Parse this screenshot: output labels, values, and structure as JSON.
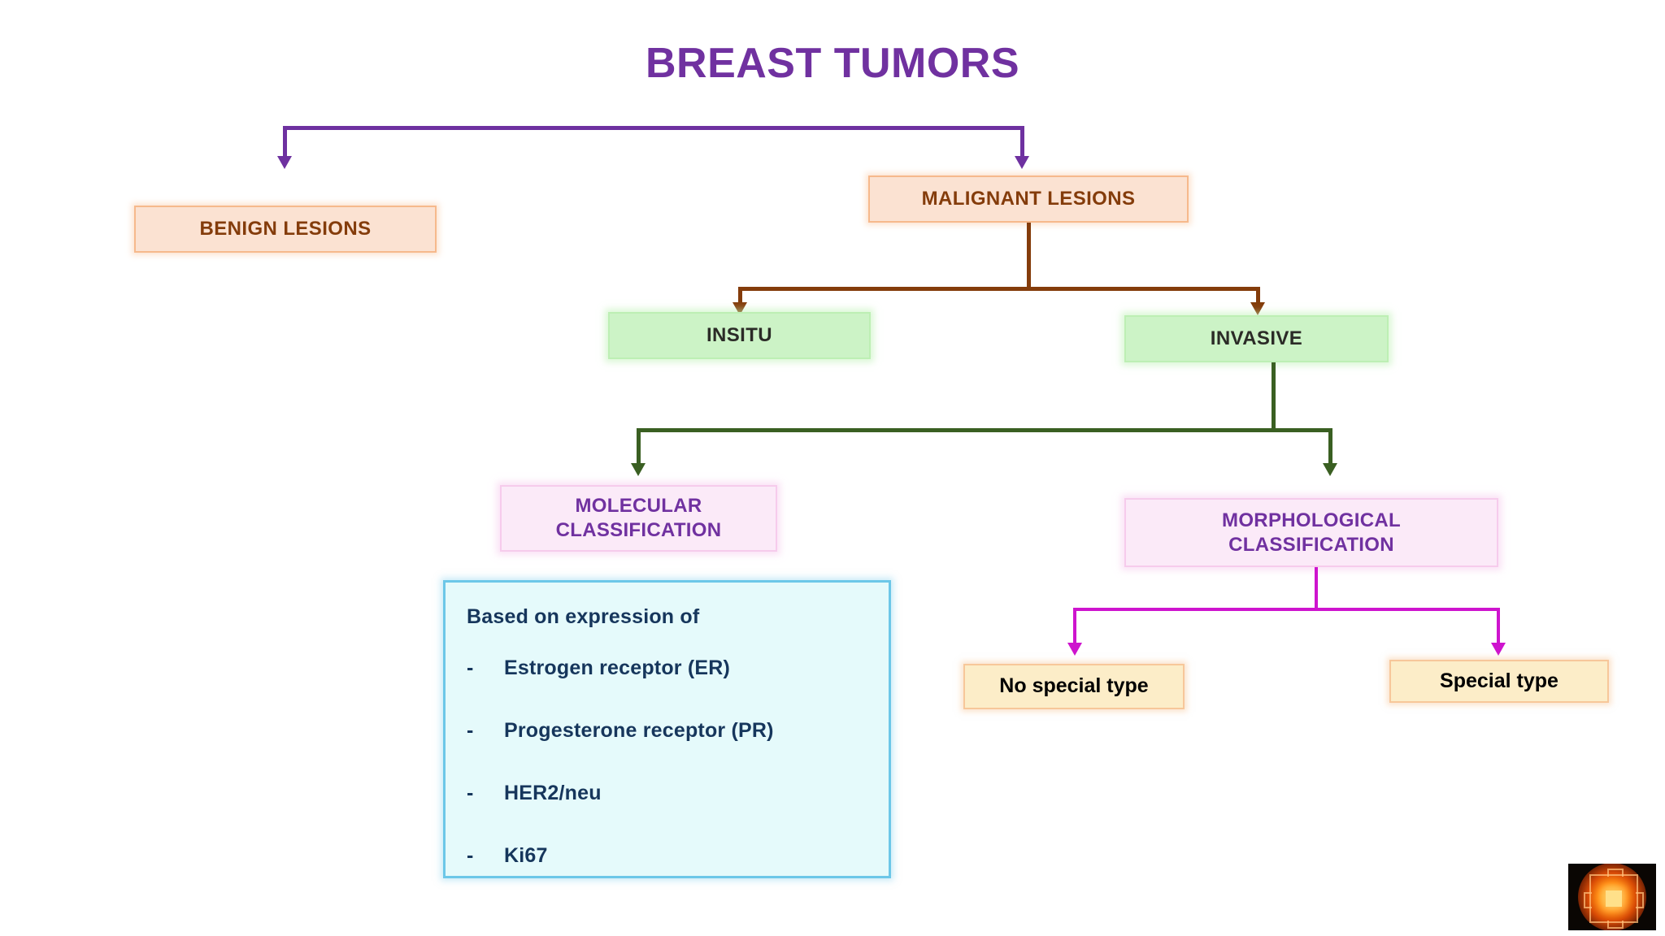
{
  "slide": {
    "title": "BREAST TUMORS",
    "background_color": "#FFFFFF",
    "title_color": "#7031A0"
  },
  "nodes": {
    "benign": {
      "label": "BENIGN LESIONS",
      "fill": "#FBE2D2",
      "border": "#F6B98C",
      "text_color": "#843C0B"
    },
    "malignant": {
      "label": "MALIGNANT LESIONS",
      "fill": "#FBE2D2",
      "border": "#F6B98C",
      "text_color": "#843C0B"
    },
    "insitu": {
      "label": "INSITU",
      "fill": "#CCF3C6",
      "border": "#BDEFB4",
      "text_color": "#2B2B27"
    },
    "invasive": {
      "label": "INVASIVE",
      "fill": "#CCF3C6",
      "border": "#BDEFB4",
      "text_color": "#2B2B27"
    },
    "molecular": {
      "line1": "MOLECULAR",
      "line2": "CLASSIFICATION",
      "fill": "#FBEAF8",
      "border": "#F6CBEC",
      "text_color": "#7031A0"
    },
    "morphological": {
      "line1": "MORPHOLOGICAL",
      "line2": "CLASSIFICATION",
      "fill": "#FBEAF8",
      "border": "#F6CBEC",
      "text_color": "#7031A0"
    },
    "no_special_type": {
      "label": "No special type",
      "fill": "#FCEDC8",
      "border": "#F7C79A",
      "text_color": "#000000"
    },
    "special_type": {
      "label": "Special type",
      "fill": "#FCEDC8",
      "border": "#F7C79A",
      "text_color": "#000000"
    }
  },
  "info_panel": {
    "heading": "Based on expression of",
    "bullet_marker": "-",
    "items": [
      "Estrogen receptor (ER)",
      "Progesterone receptor (PR)",
      "HER2/neu",
      "Ki67"
    ],
    "fill": "#E5FAFB",
    "border": "#6CC7E8",
    "text_color": "#16365C"
  },
  "connectors": {
    "root_color": "#6E31A0",
    "malignant_color": "#843C0B",
    "invasive_color": "#3A5F22",
    "morphological_color": "#CE14CE"
  },
  "corner_logo": {
    "name": "yantra-mandala-thumbnail",
    "glow_color": "#FF8A12"
  }
}
